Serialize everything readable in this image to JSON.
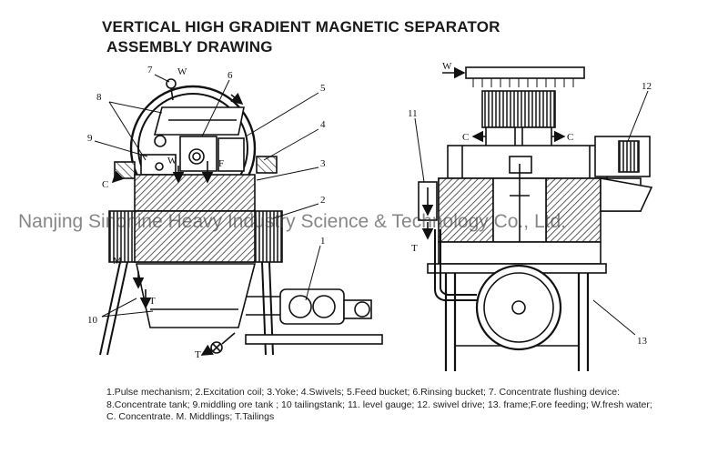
{
  "title_line1": "VERTICAL HIGH GRADIENT MAGNETIC SEPARATOR",
  "title_line2": "ASSEMBLY DRAWING",
  "watermark": "Nanjing Sinonine Heavy Industry Science & Technology Co., Ltd.",
  "legend": "1.Pulse mechanism; 2.Excitation coil; 3.Yoke; 4.Swivels; 5.Feed bucket; 6.Rinsing bucket; 7. Concentrate flushing device: 8.Concentrate tank; 9.middling ore tank ; 10 tailingstank; 11. level gauge; 12. swivel drive; 13. frame;F.ore feeding; W.fresh water; C. Concentrate. M. Middlings; T.Tailings",
  "left_view": {
    "part_numbers": [
      "7",
      "6",
      "5",
      "8",
      "4",
      "9",
      "3",
      "2",
      "1",
      "10"
    ],
    "letters": {
      "w_top": "W",
      "c": "C",
      "w_inner": "W",
      "f": "F",
      "m": "M",
      "t_mid": "T",
      "t_bottom": "T"
    }
  },
  "right_view": {
    "part_numbers": [
      "12",
      "11",
      "13"
    ],
    "letters": {
      "w": "W",
      "c_left": "C",
      "c_right": "C",
      "t": "T"
    }
  }
}
